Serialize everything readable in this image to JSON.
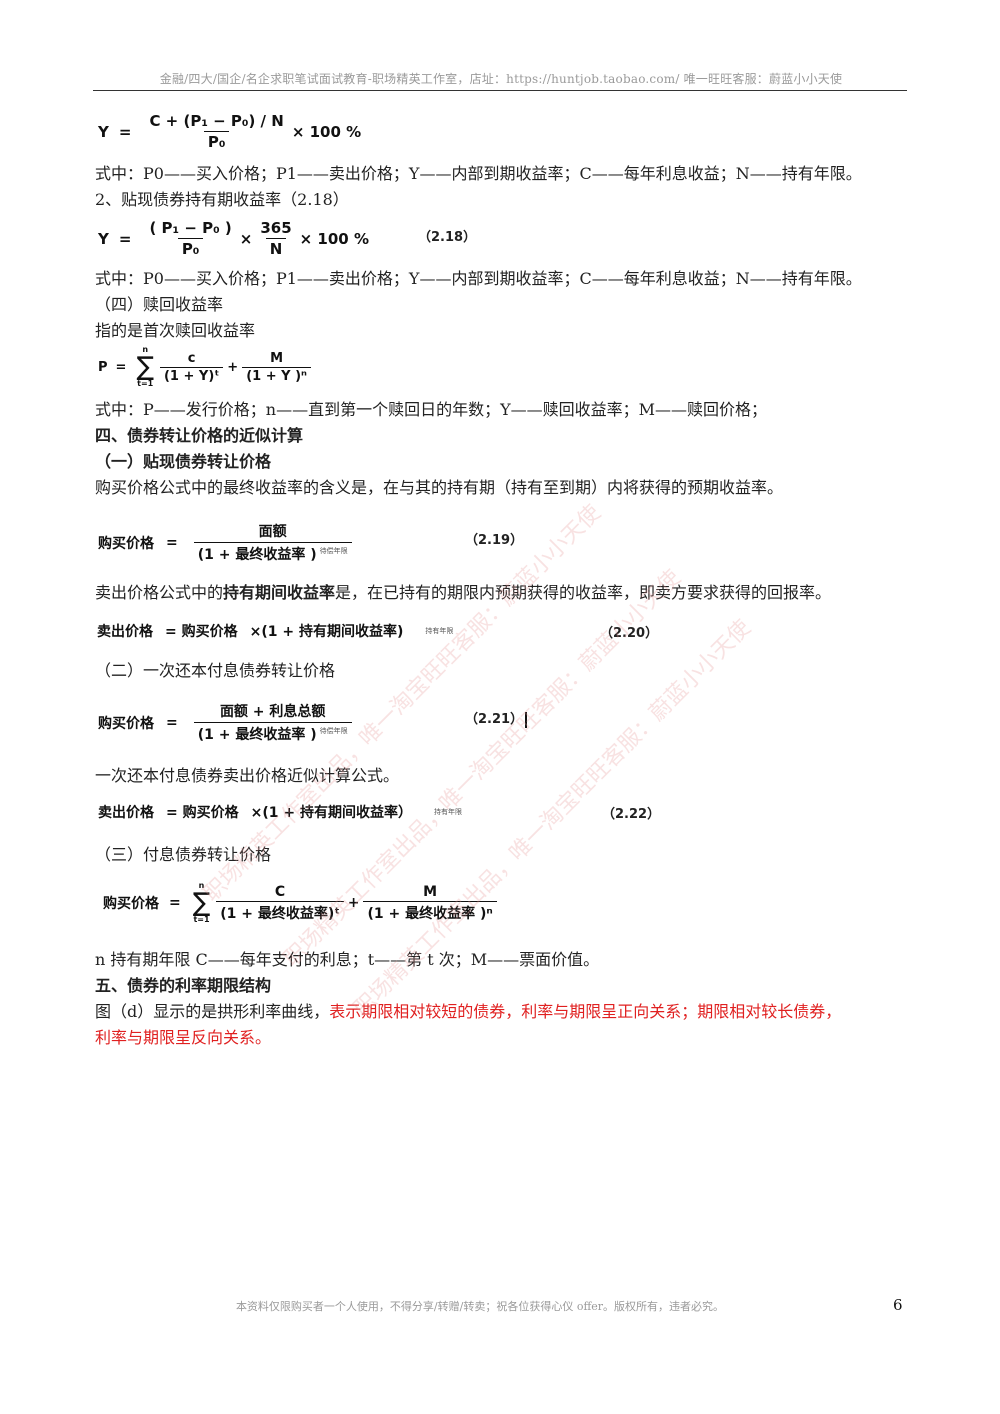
{
  "header": "金融/四大/国企/名企求职笔试面试教育-职场精英工作室，店址：https://huntjob.taobao.com/ 唯一旺旺客服：蔚蓝小小天使",
  "formula1": {
    "lhs": "Y",
    "eq": "=",
    "num": "C + (P₁ − P₀) / N",
    "den": "P₀",
    "tail": "× 100 %"
  },
  "legend1": "式中：P0——买入价格；P1——卖出价格；Y——内部到期收益率；C——每年利息收益；N——持有年限。",
  "item2": "2、贴现债券持有期收益率（2.18）",
  "formula2": {
    "lhs": "Y",
    "eq": "=",
    "num1": "( P₁ − P₀ )",
    "den1": "P₀",
    "times": "×",
    "num2": "365",
    "den2": "N",
    "tail": "× 100 %",
    "eqno": "（2.18）"
  },
  "legend2": "式中：P0——买入价格；P1——卖出价格；Y——内部到期收益率；C——每年利息收益；N——持有年限。",
  "sec4": "（四）赎回收益率",
  "sec4_desc": "指的是首次赎回收益率",
  "formula3": {
    "lhs": "P",
    "eq": "=",
    "sig_top": "n",
    "sig_bot": "t=1",
    "num1": "c",
    "den1": "(1 + Y)ᵗ",
    "plus": "+",
    "num2": "M",
    "den2": "(1 + Y )ⁿ"
  },
  "legend3": "式中：P——发行价格；n——直到第一个赎回日的年数；Y——赎回收益率；M——赎回价格；",
  "heading4": "四、债券转让价格的近似计算",
  "sub1": "（一）贴现债券转让价格",
  "para1": "购买价格公式中的最终收益率的含义是，在与其的持有期（持有至到期）内将获得的预期收益率。",
  "formula4": {
    "lhs": "购买价格",
    "eq": "=",
    "num": "面额",
    "den": "(1 + 最终收益率   )",
    "exp": "待偿年限",
    "eqno": "（2.19）"
  },
  "para2_a": "卖出价格公式中的",
  "para2_b": "持有期间收益率",
  "para2_c": "是，在已持有的期限内预期获得的收益率，即卖方要求获得的回报率。",
  "formula5": {
    "lhs": "卖出价格",
    "eq": "= 购买价格",
    "rest": "×(1 + 持有期间收益率)",
    "exp": "持有年限",
    "eqno": "（2.20）"
  },
  "sub2": "（二）一次还本付息债券转让价格",
  "formula6": {
    "lhs": "购买价格",
    "eq": "=",
    "num": "面额  + 利息总额",
    "den": "(1 + 最终收益率   )",
    "exp": "待偿年限",
    "eqno": "（2.21）"
  },
  "para3": "一次还本付息债券卖出价格近似计算公式。",
  "formula7": {
    "lhs": "卖出价格",
    "eq": "= 购买价格",
    "rest": "×(1 + 持有期间收益率）",
    "exp": "持有年限",
    "eqno": "（2.22）"
  },
  "sub3": "（三）付息债券转让价格",
  "formula8": {
    "lhs": "购买价格",
    "eq": "=",
    "sig_top": "n",
    "sig_bot": "t=1",
    "num1": "C",
    "den1": "(1 + 最终收益率)ᵗ",
    "plus": "+",
    "num2": "M",
    "den2": "(1 + 最终收益率  )ⁿ"
  },
  "legend4": "n 持有期年限 C——每年支付的利息；t——第 t 次；M——票面价值。",
  "heading5": "五、债券的利率期限结构",
  "para4_a": "图（d）显示的是拱形利率曲线，",
  "para4_b": "表示期限相对较短的债券，利率与期限呈正向关系；期限相对较长债券，",
  "para4_c": "利率与期限呈反向关系。",
  "watermarks": [
    "职场精英工作室出品，唯一淘宝旺旺客服：蔚蓝小小天使",
    "职场精英工作室出品，唯一淘宝旺旺客服：蔚蓝小小天使",
    "职场精英工作室出品，唯一淘宝旺旺客服：蔚蓝小小天使"
  ],
  "footer": "本资料仅限购买者一个人使用，不得分享/转赠/转卖；祝各位获得心仪 offer。版权所有，违者必究。",
  "page_number": "6"
}
